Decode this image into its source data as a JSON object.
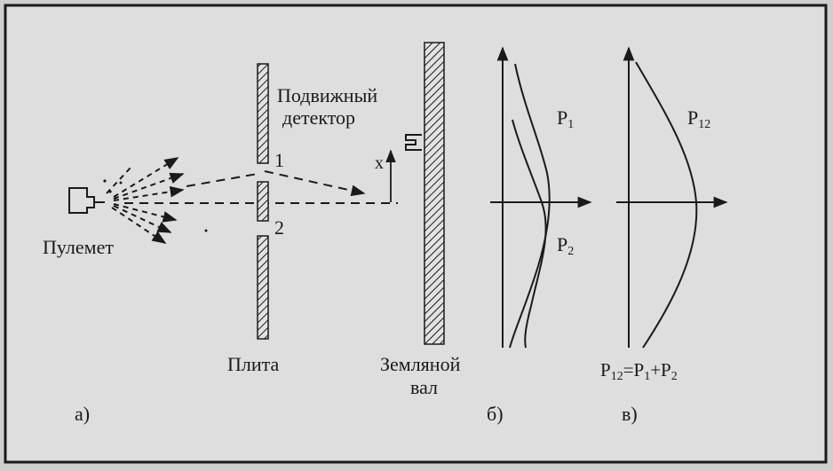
{
  "labels": {
    "machine_gun": "Пулемет",
    "detector_line1": "Подвижный",
    "detector_line2": "детектор",
    "plate": "Плита",
    "wall_line1": "Земляной",
    "wall_line2": "вал",
    "hole1": "1",
    "hole2": "2",
    "x_axis": "x"
  },
  "panel_letters": {
    "a": "а)",
    "b": "б)",
    "c": "в)"
  },
  "curves": {
    "p1": {
      "base": "P",
      "sub": "1"
    },
    "p2": {
      "base": "P",
      "sub": "2"
    },
    "p12": {
      "base": "P",
      "sub": "12"
    },
    "formula": {
      "p12": "P",
      "p12_sub": "12",
      "eq": "=P",
      "s1": "1",
      "plus": "+P",
      "s2": "2"
    }
  },
  "colors": {
    "ink": "#1a1a1a",
    "paper": "#dedede",
    "background": "#cfcfcf"
  }
}
